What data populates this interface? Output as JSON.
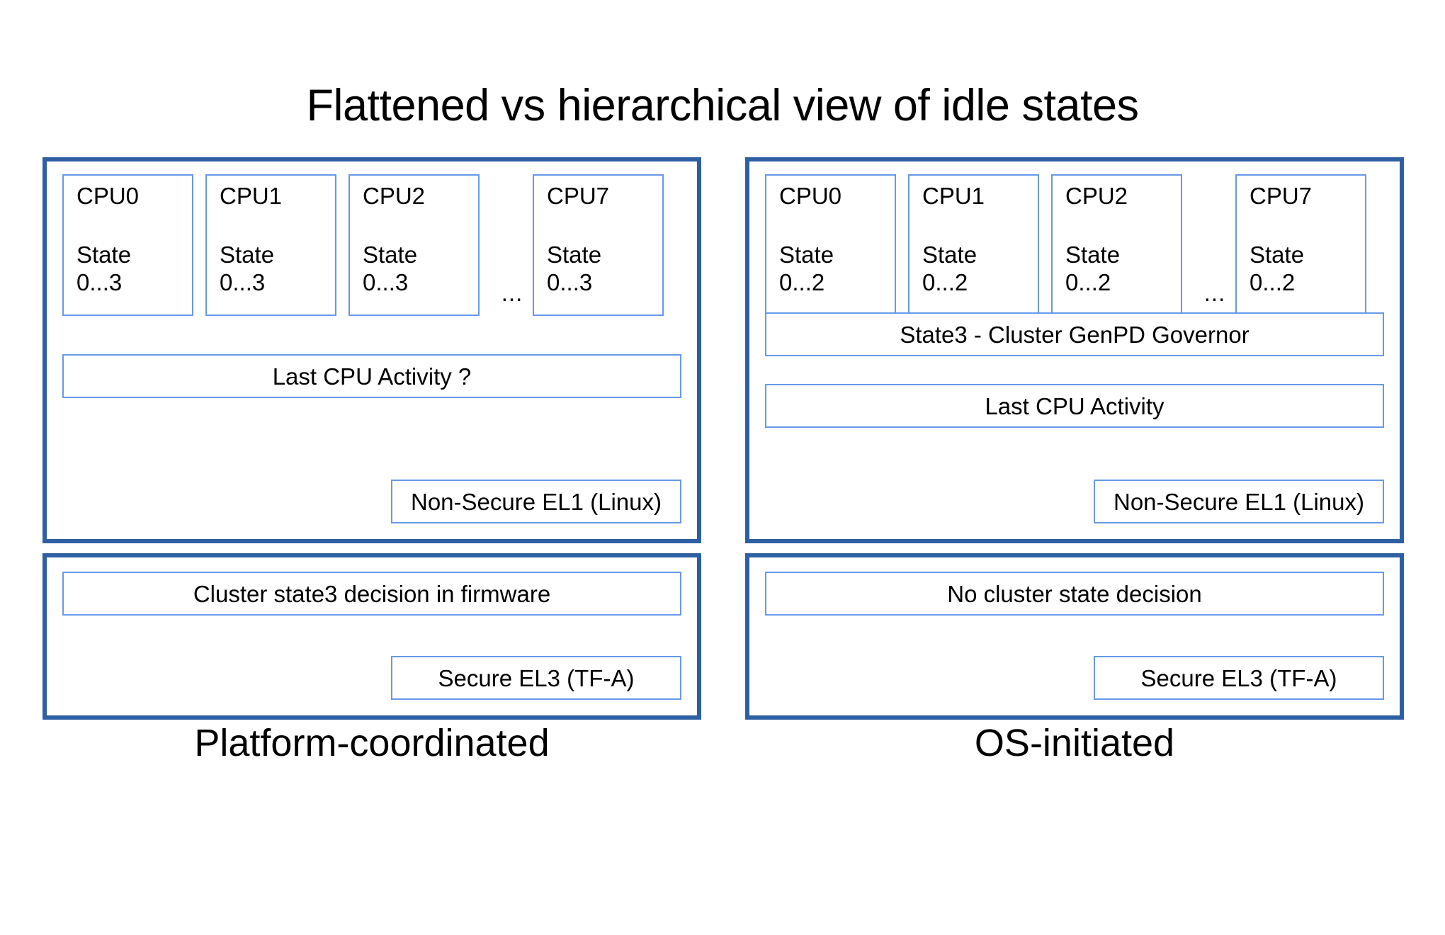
{
  "title": "Flattened vs hierarchical view of idle states",
  "colors": {
    "outer_frame": "#2e5fa3",
    "inner_box": "#6699e8",
    "background": "#ffffff",
    "text": "#000000"
  },
  "left_column": {
    "caption": "Platform-coordinated",
    "cpus": [
      {
        "name": "CPU0",
        "state_word": "State",
        "state_range": "0...3"
      },
      {
        "name": "CPU1",
        "state_word": "State",
        "state_range": "0...3"
      },
      {
        "name": "CPU2",
        "state_word": "State",
        "state_range": "0...3"
      },
      {
        "name": "CPU7",
        "state_word": "State",
        "state_range": "0...3"
      }
    ],
    "ellipsis": "...",
    "last_cpu_activity": "Last CPU Activity ?",
    "el1_tag": "Non-Secure EL1 (Linux)",
    "firmware_decision": "Cluster state3 decision in firmware",
    "el3_tag": "Secure EL3 (TF-A)"
  },
  "right_column": {
    "caption": "OS-initiated",
    "cpus": [
      {
        "name": "CPU0",
        "state_word": "State",
        "state_range": "0...2"
      },
      {
        "name": "CPU1",
        "state_word": "State",
        "state_range": "0...2"
      },
      {
        "name": "CPU2",
        "state_word": "State",
        "state_range": "0...2"
      },
      {
        "name": "CPU7",
        "state_word": "State",
        "state_range": "0...2"
      }
    ],
    "ellipsis": "...",
    "cluster_governor": "State3 - Cluster GenPD Governor",
    "last_cpu_activity": "Last CPU Activity",
    "el1_tag": "Non-Secure EL1 (Linux)",
    "firmware_decision": "No cluster state decision",
    "el3_tag": "Secure EL3 (TF-A)"
  }
}
